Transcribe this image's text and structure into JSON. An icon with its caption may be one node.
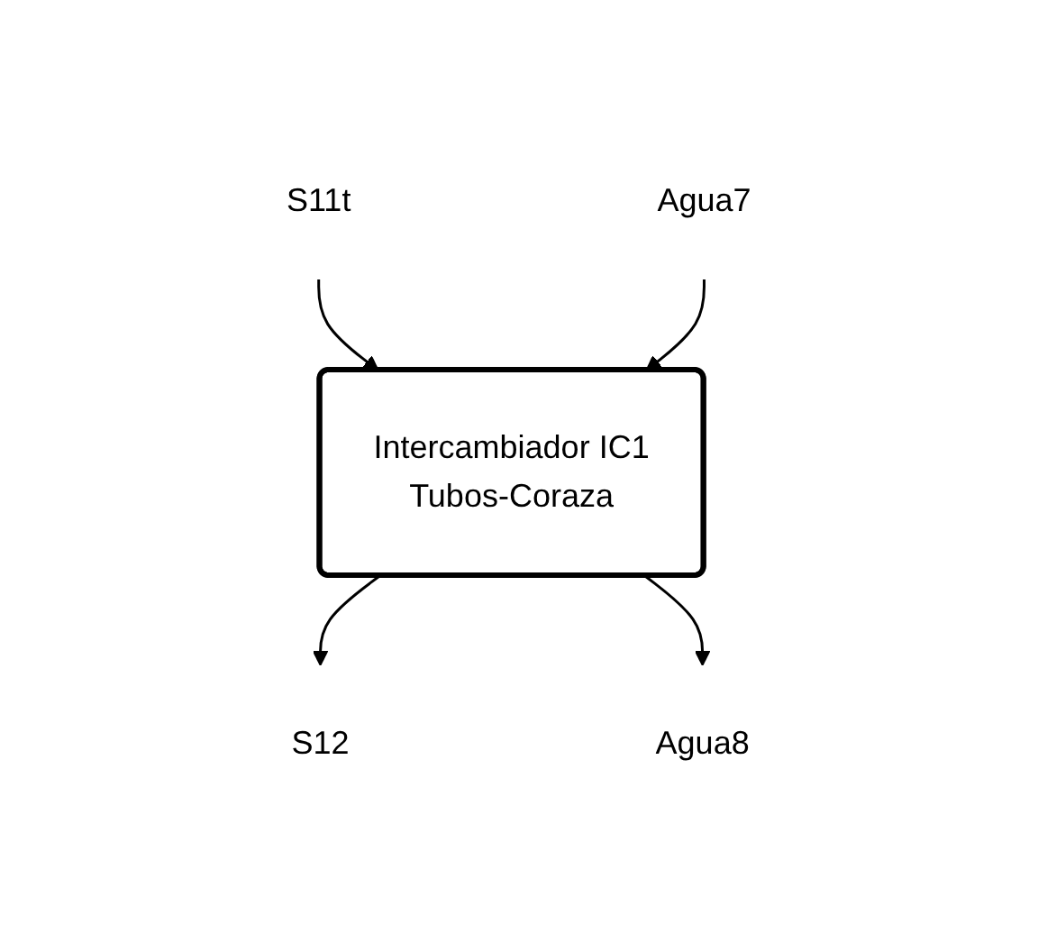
{
  "diagram": {
    "nodes": [
      {
        "text": [
          "S11t"
        ]
      },
      {
        "text": [
          "Agua7"
        ]
      },
      {
        "text": [
          "Intercambiador IC1",
          "Tubos-Coraza"
        ]
      },
      {
        "text": [
          "S12"
        ]
      },
      {
        "text": [
          "Agua8"
        ]
      }
    ],
    "edges": [
      {
        "from": 0,
        "to": 2,
        "arrow": "to"
      },
      {
        "from": 1,
        "to": 2,
        "arrow": "to"
      },
      {
        "from": 2,
        "to": 3,
        "arrow": "to"
      },
      {
        "from": 2,
        "to": 4,
        "arrow": "to"
      }
    ]
  }
}
